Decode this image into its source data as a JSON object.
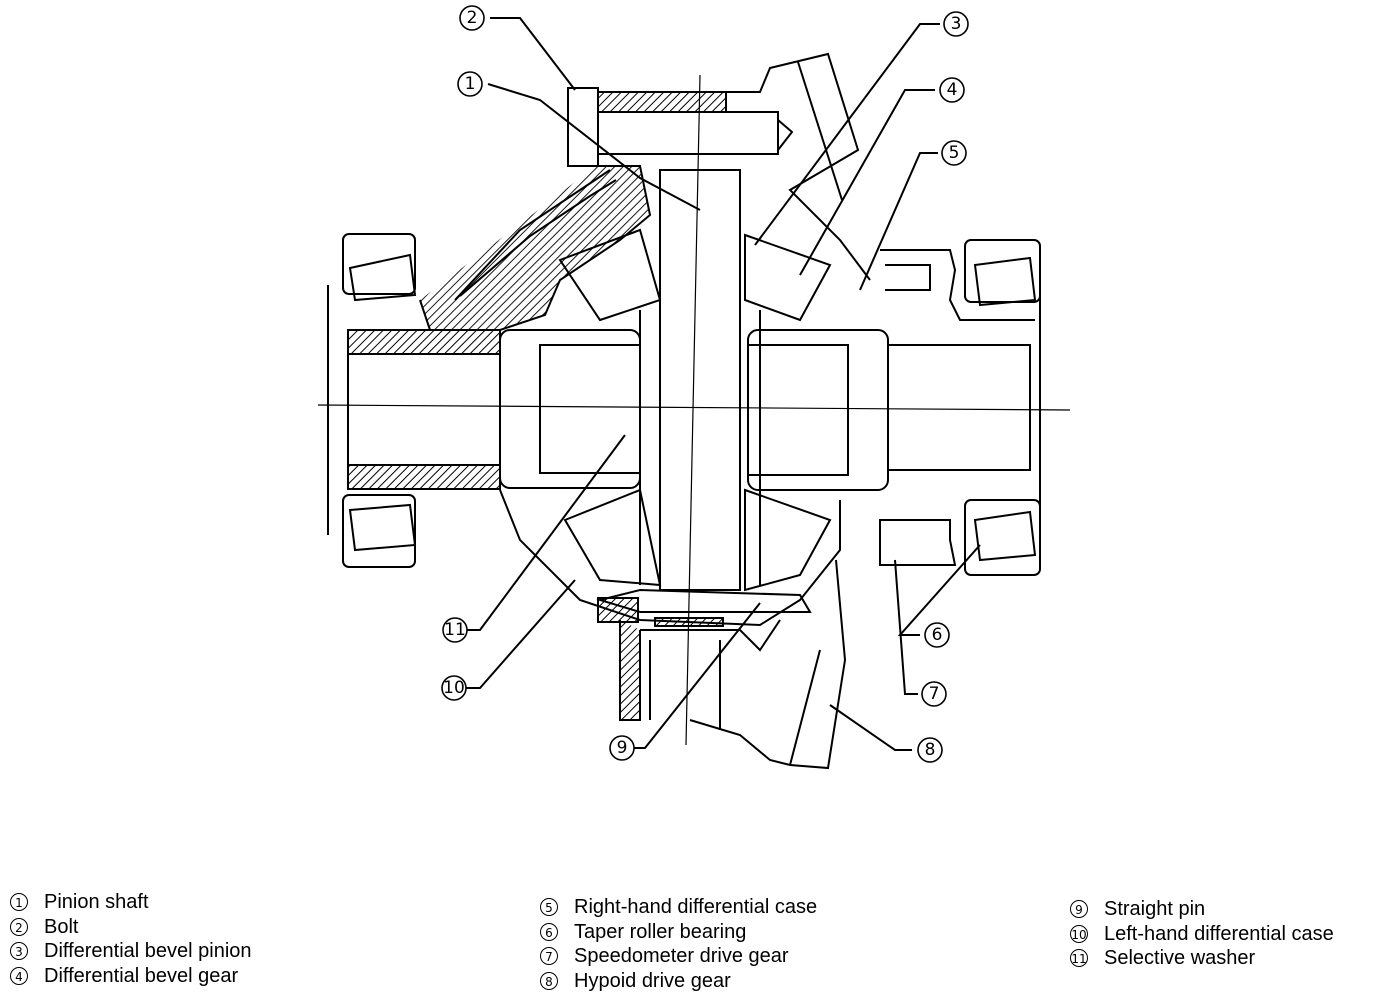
{
  "callouts": [
    "1",
    "2",
    "3",
    "4",
    "5",
    "6",
    "7",
    "8",
    "9",
    "10",
    "11"
  ],
  "legend": {
    "col1": [
      {
        "num": "1",
        "label": "Pinion shaft"
      },
      {
        "num": "2",
        "label": "Bolt"
      },
      {
        "num": "3",
        "label": "Differential bevel pinion"
      },
      {
        "num": "4",
        "label": "Differential bevel gear"
      }
    ],
    "col2": [
      {
        "num": "5",
        "label": "Right-hand differential case"
      },
      {
        "num": "6",
        "label": "Taper roller bearing"
      },
      {
        "num": "7",
        "label": "Speedometer drive gear"
      },
      {
        "num": "8",
        "label": "Hypoid drive gear"
      }
    ],
    "col3": [
      {
        "num": "9",
        "label": "Straight pin"
      },
      {
        "num": "10",
        "label": "Left-hand differential case"
      },
      {
        "num": "11",
        "label": "Selective washer"
      }
    ]
  }
}
